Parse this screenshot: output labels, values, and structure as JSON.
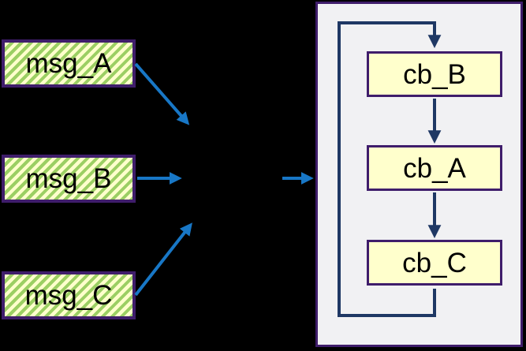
{
  "diagram": {
    "background_color": "#000000",
    "messages": [
      {
        "label": "msg_A"
      },
      {
        "label": "msg_B"
      },
      {
        "label": "msg_C"
      }
    ],
    "callback_container": {
      "fill": "#F1F1F3",
      "border_color": "#3F1D6B",
      "callbacks": [
        {
          "label": "cb_B"
        },
        {
          "label": "cb_A"
        },
        {
          "label": "cb_C"
        }
      ]
    },
    "colors": {
      "message_fill": "#FFFFCC",
      "message_hatch_green": "#9BCF63",
      "box_border_purple": "#3F1D6B",
      "callback_fill": "#FFFFCC",
      "fan_arrow_blue": "#1877C6",
      "loop_arrow_navy": "#1F3864",
      "text": "#000000"
    },
    "arrows": {
      "fan_in": [
        "msg_A to center",
        "msg_B to center",
        "msg_C to center"
      ],
      "dispatch": "center to callback container",
      "sequence": [
        "cb_B to cb_A",
        "cb_A to cb_C",
        "cb_C loop back to cb_B"
      ]
    }
  }
}
